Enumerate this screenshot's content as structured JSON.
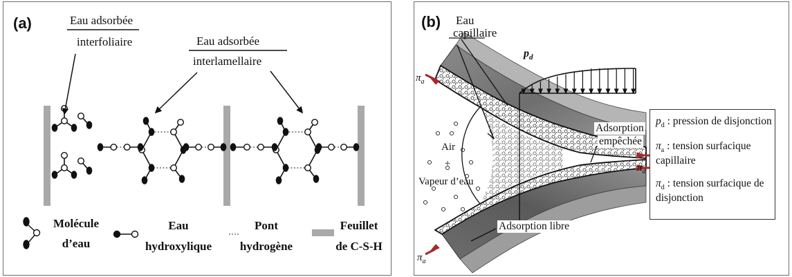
{
  "panel_a": {
    "label": "(a)",
    "eau_interfoliaire": [
      "Eau adsorbée",
      "interfoliaire"
    ],
    "eau_interlamellaire": [
      "Eau adsorbée",
      "interlamellaire"
    ],
    "legend": {
      "molecule": [
        "Molécule",
        "d’eau"
      ],
      "hydroxylique": [
        "Eau",
        "hydroxylique"
      ],
      "pont": [
        "Pont",
        "hydrogène"
      ],
      "feuillet": [
        "Feuillet",
        "de C-S-H"
      ]
    }
  },
  "panel_b": {
    "label": "(b)",
    "eau_capillaire": [
      "Eau",
      "capillaire"
    ],
    "pd": "p",
    "pd_sub": "d",
    "pi_a": "π",
    "pi_a_sub": "a",
    "pi_d": "π",
    "pi_d_sub": "d",
    "air": [
      "Air",
      "+",
      "Vapeur d’eau"
    ],
    "adsorption_empechee": [
      "Adsorption",
      "empêchée"
    ],
    "adsorption_libre": "Adsorption libre",
    "legend": {
      "pd_sym": "p",
      "pd_sub": "d",
      "pd_text": " : pression de disjonction",
      "pia_sym": "π",
      "pia_sub": "a",
      "pia_text": " : tension surfacique capillaire",
      "pid_sym": "π",
      "pid_sub": "d",
      "pid_text": " : tension surfacique de disjonction"
    }
  }
}
